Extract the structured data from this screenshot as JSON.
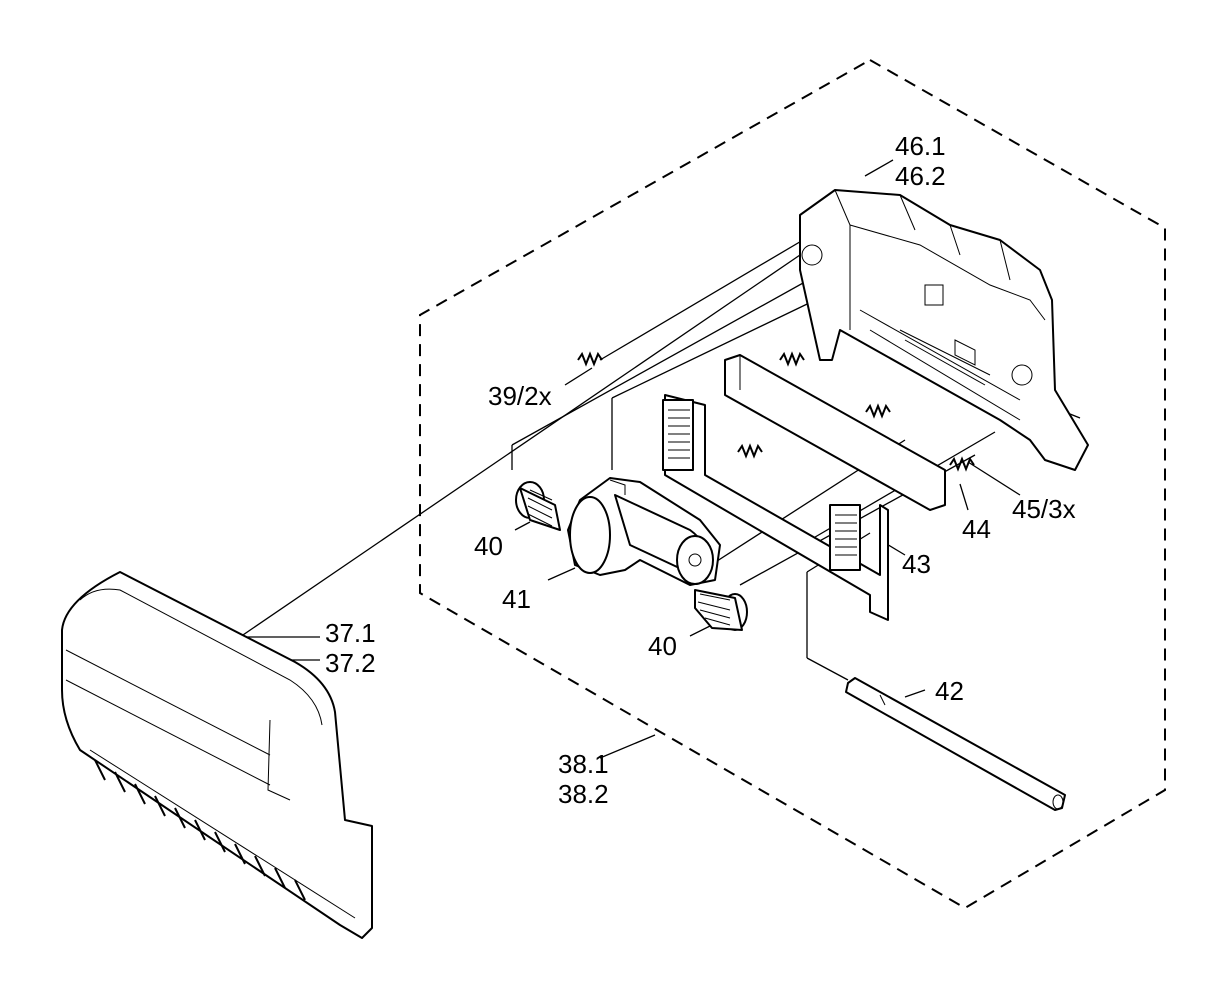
{
  "labels": {
    "l_46": [
      "46.1",
      "46.2"
    ],
    "l_39": "39/2x",
    "l_45": "45/3x",
    "l_44": "44",
    "l_43": "43",
    "l_40a": "40",
    "l_40b": "40",
    "l_41": "41",
    "l_42": "42",
    "l_37": [
      "37.1",
      "37.2"
    ],
    "l_38": [
      "38.1",
      "38.2"
    ]
  },
  "colors": {
    "line": "#000000",
    "background": "#ffffff"
  }
}
